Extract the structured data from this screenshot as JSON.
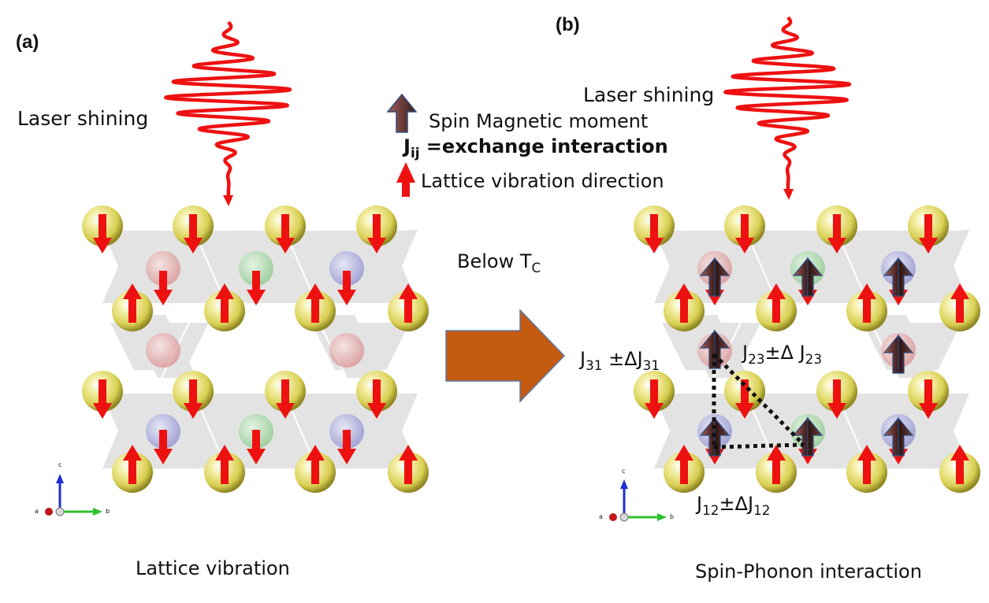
{
  "panel_a": {
    "tag": "(a)",
    "laser_label": "Laser shining",
    "caption": "Lattice vibration",
    "axes": {
      "a": "a",
      "b": "b",
      "c": "c"
    }
  },
  "panel_b": {
    "tag": "(b)",
    "laser_label": "Laser shining",
    "caption": "Spin-Phonon interaction",
    "axes": {
      "a": "a",
      "b": "b",
      "c": "c"
    },
    "j31": {
      "main": "J",
      "sub1": "31",
      "mid": " ±ΔJ",
      "sub2": "31"
    },
    "j23": {
      "main": "J",
      "sub1": "23",
      "mid": "±Δ J",
      "sub2": "23"
    },
    "j12": {
      "main": "J",
      "sub1": "12",
      "mid": "±ΔJ",
      "sub2": "12"
    }
  },
  "legend": {
    "spin_label": "Spin Magnetic moment",
    "j_main": "J",
    "j_sub": "ij",
    "j_text": " =exchange interaction",
    "lattice_label": "Lattice vibration direction"
  },
  "transition": {
    "label_main": "Below T",
    "label_sub": "C"
  },
  "colors": {
    "laser": "#ee1111",
    "arrow_red": "#ee1111",
    "atom_yellow": "#f2ec9c",
    "atom_red": "#e8a3a3",
    "atom_green": "#a8dca8",
    "atom_blue": "#a6a6dc",
    "spin_arrow": "#4a2a28",
    "big_arrow": "#c55a11",
    "polyhedra": "#e2e2e2"
  }
}
